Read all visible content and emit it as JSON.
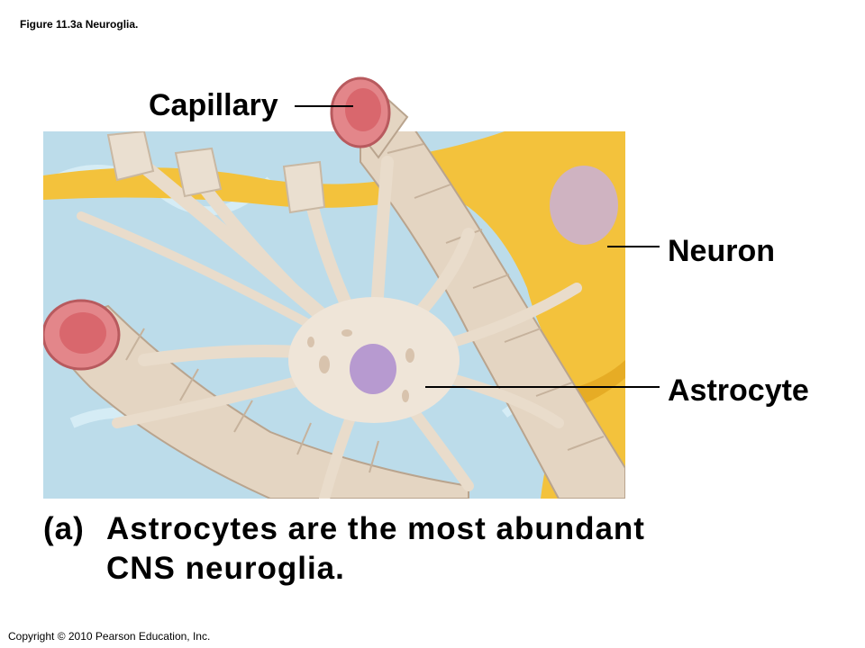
{
  "figure": {
    "caption": "Figure 11.3a  Neuroglia.",
    "labels": {
      "capillary": "Capillary",
      "neuron": "Neuron",
      "astrocyte": "Astrocyte"
    },
    "panel": {
      "letter": "(a)",
      "line1": "Astrocytes are the most abundant",
      "line2": "CNS neuroglia."
    },
    "copyright": "Copyright © 2010 Pearson Education, Inc."
  },
  "colors": {
    "background_fluid": "#bcdcea",
    "neuron": "#f3c23c",
    "astrocyte": "#e9dccb",
    "capillary_lumen": "#d9676d",
    "nucleus": "#b79ad0"
  }
}
